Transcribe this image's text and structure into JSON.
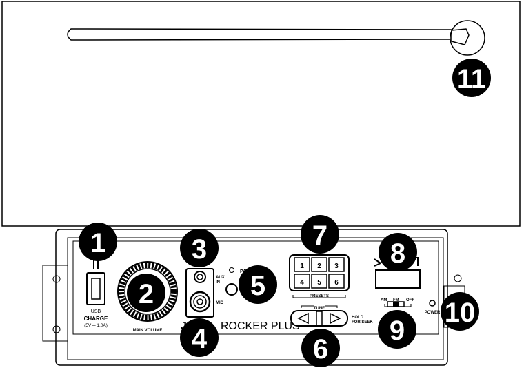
{
  "panel": {
    "usb_label": "USB",
    "charge_label": "CHARGE",
    "charge_spec": "(5V ═ 1.0A)",
    "main_volume_label": "MAIN VOLUME",
    "aux_in_label": "AUX IN",
    "aux_in_line1": "AUX",
    "aux_in_line2": "IN",
    "mic_label": "MIC",
    "pair_label_partial": "PA",
    "presets_label": "PRESETS",
    "preset_buttons": [
      "1",
      "2",
      "3",
      "4",
      "5",
      "6"
    ],
    "tune_label": "TUNE",
    "hold_for_seek_line1": "HOLD",
    "hold_for_seek_line2": "FOR SEEK",
    "band_am": "AM",
    "band_fm": "FM",
    "band_off": "OFF",
    "power_label": "POWER",
    "brand_partial": "J",
    "brand_visible": "ROCKER PLUS"
  },
  "callouts": [
    "1",
    "2",
    "3",
    "4",
    "5",
    "6",
    "7",
    "8",
    "9",
    "10",
    "11"
  ]
}
